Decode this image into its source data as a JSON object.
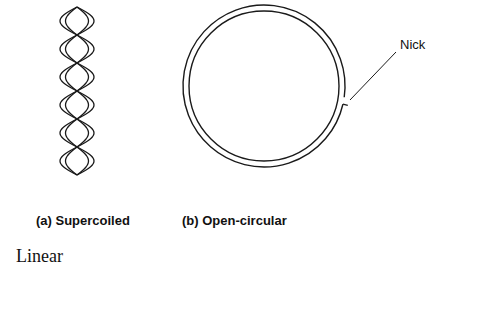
{
  "diagram": {
    "labels": [
      "Nick",
      "(a) Supercoiled",
      "(b) Open-circular",
      "Linear"
    ]
  }
}
